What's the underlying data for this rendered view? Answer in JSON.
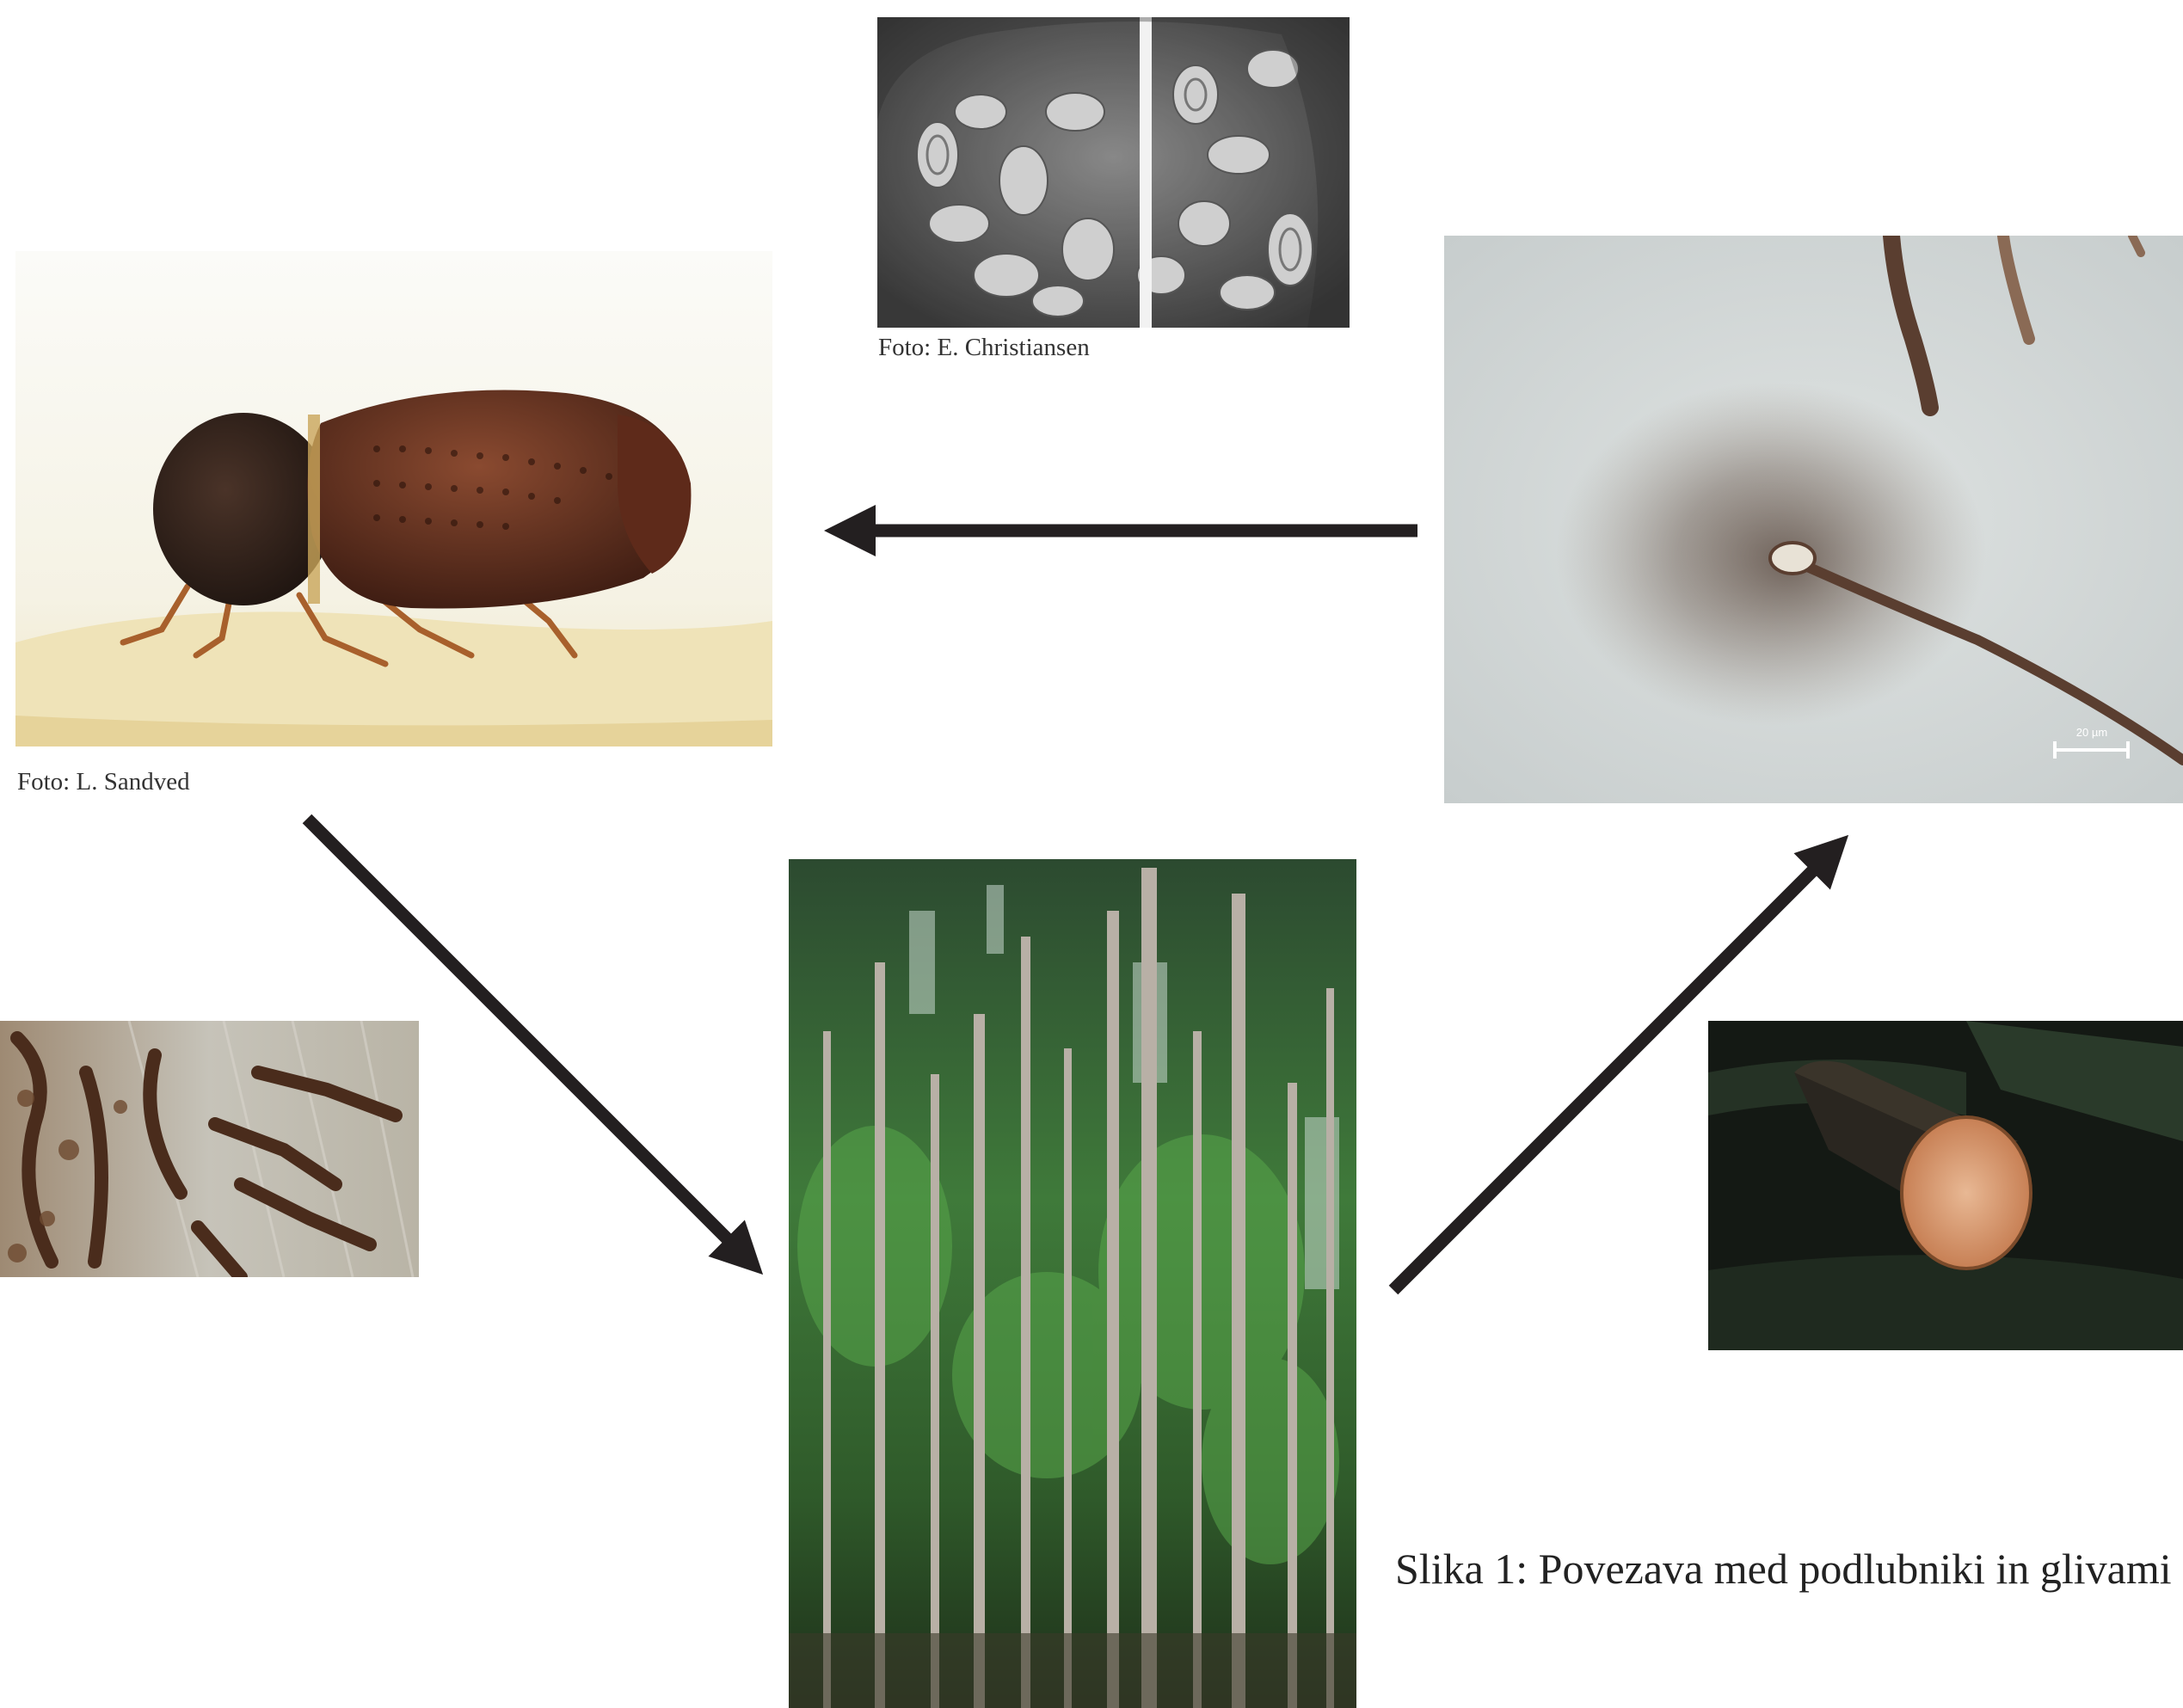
{
  "figure": {
    "caption": "Slika 1: Povezava med podlubniki in glivami"
  },
  "photos": {
    "sem": {
      "credit": "Foto: E. Christiansen"
    },
    "beetle": {
      "credit": "Foto: L. Sandved"
    },
    "fungus": {
      "scale_label": "20 µm"
    }
  },
  "colors": {
    "arrow": "#231f20",
    "background": "#ffffff"
  }
}
